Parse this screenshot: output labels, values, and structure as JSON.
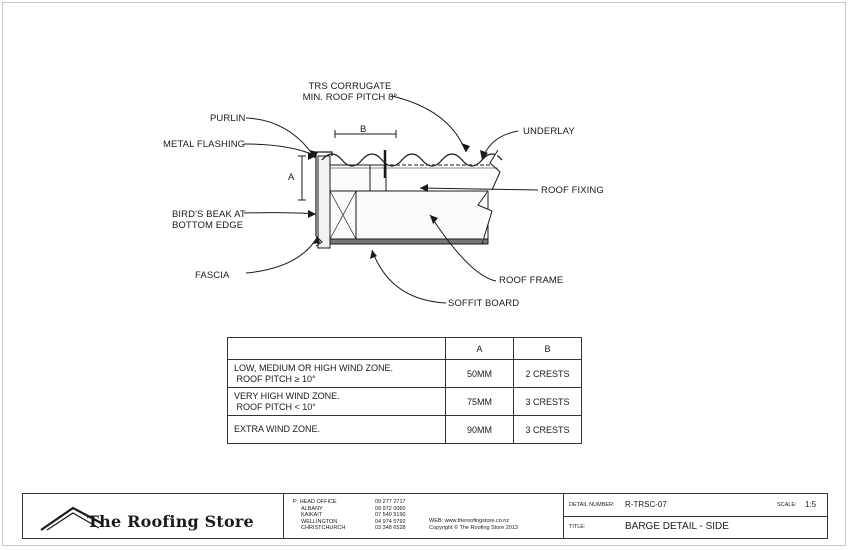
{
  "drawing": {
    "labels": {
      "trs_corrugate": "TRS CORRUGATE",
      "min_roof_pitch": "MIN. ROOF PITCH 8°",
      "purlin": "PURLIN",
      "metal_flashing": "METAL FLASHING",
      "underlay": "UNDERLAY",
      "roof_fixing": "ROOF FIXING",
      "birds_beak_1": "BIRD'S BEAK AT",
      "birds_beak_2": "BOTTOM EDGE",
      "fascia": "FASCIA",
      "roof_frame": "ROOF FRAME",
      "soffit_board": "SOFFIT BOARD",
      "dim_a": "A",
      "dim_b": "B"
    }
  },
  "table": {
    "headers": [
      "",
      "A",
      "B"
    ],
    "rows": [
      {
        "zone_line1": "LOW, MEDIUM OR HIGH WIND ZONE.",
        "zone_line2": " ROOF PITCH ≥ 10°",
        "a": "50MM",
        "b": "2 CRESTS"
      },
      {
        "zone_line1": "VERY HIGH WIND ZONE.",
        "zone_line2": " ROOF PITCH < 10°",
        "a": "75MM",
        "b": "3 CRESTS"
      },
      {
        "zone_line1": "EXTRA WIND ZONE.",
        "zone_line2": "",
        "a": "90MM",
        "b": "3 CRESTS"
      }
    ]
  },
  "title_block": {
    "company": "The Roofing Store",
    "offices": [
      {
        "name": "P: HEAD OFFICE",
        "phone": "09 277 2717"
      },
      {
        "name": "ALBANY",
        "phone": "09 972 0060"
      },
      {
        "name": "KAIKAIT",
        "phone": "07 549 5190"
      },
      {
        "name": "WELLINGTON",
        "phone": "04 974 5792"
      },
      {
        "name": "CHRISTCHURCH",
        "phone": "03 348 6528"
      }
    ],
    "web": "WEB: www.theroofingstore.co.nz",
    "copyright": "Copyright © The Roofing Store 2013",
    "detail_number_label": "DETAIL NUMBER:",
    "detail_number": "R-TRSC-07",
    "scale_label": "SCALE:",
    "scale": "1:5",
    "title_label": "TITLE:",
    "title": "BARGE DETAIL - SIDE"
  }
}
